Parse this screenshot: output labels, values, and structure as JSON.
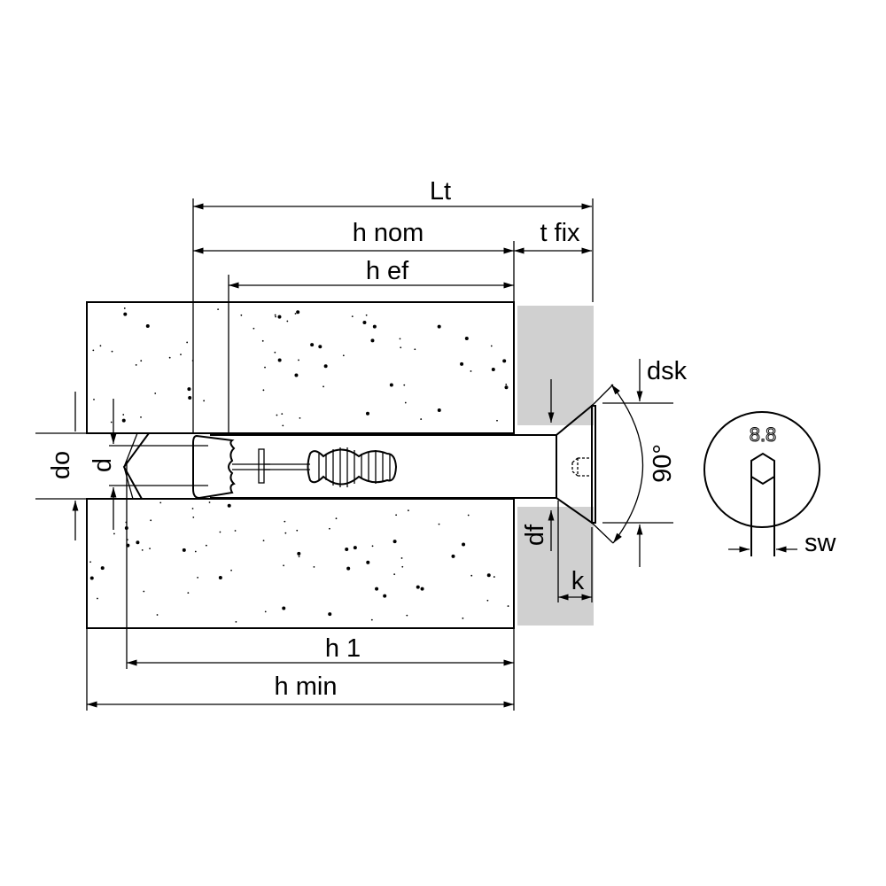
{
  "labels": {
    "lt": "Lt",
    "h_nom": "h nom",
    "t_fix": "t fix",
    "h_ef": "h ef",
    "dsk": "dsk",
    "angle": "90°",
    "do": "do",
    "d": "d",
    "df": "df",
    "k": "k",
    "h1": "h 1",
    "h_min": "h min",
    "sw": "sw",
    "grade": "8.8"
  },
  "colors": {
    "fixture": "#d0d0d0",
    "line": "#000000"
  }
}
